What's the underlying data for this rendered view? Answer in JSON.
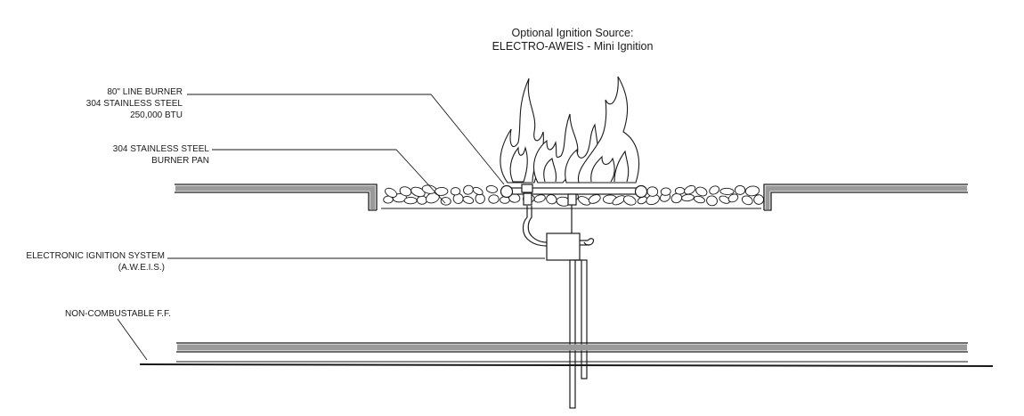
{
  "title": {
    "line1": "Optional Ignition Source:",
    "line2": "ELECTRO-AWEIS - Mini Ignition"
  },
  "labels": {
    "burner": [
      "80\" LINE BURNER",
      "304 STAINLESS STEEL",
      "250,000 BTU"
    ],
    "pan": [
      "304 STAINLESS STEEL",
      "BURNER PAN"
    ],
    "ignition": [
      "ELECTRONIC IGNITION SYSTEM",
      "(A.W.E.I.S.)"
    ],
    "floor": [
      "NON-COMBUSTABLE F.F."
    ]
  },
  "colors": {
    "ink": "#1a1a1a",
    "wall_fill": "#9a9a9a",
    "stone_fill": "#ffffff"
  }
}
